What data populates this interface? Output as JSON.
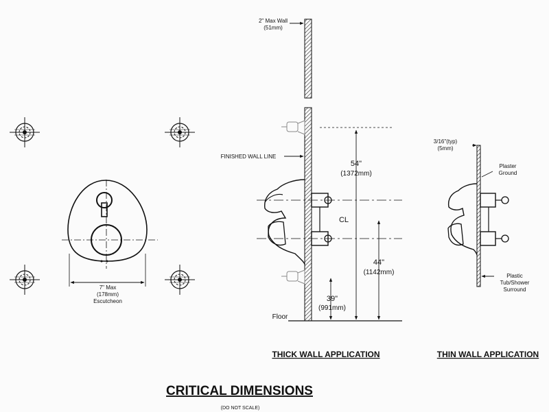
{
  "labels": {
    "max_wall_in": "2\" Max Wall",
    "max_wall_mm": "(51mm)",
    "finished_wall": "FINISHED WALL LINE",
    "dim_54_in": "54\"",
    "dim_54_mm": "(1372mm)",
    "dim_44_in": "44\"",
    "dim_44_mm": "(1142mm)",
    "dim_39_in": "39\"",
    "dim_39_mm": "(991mm)",
    "floor": "Floor",
    "centerline": "CL",
    "esc_in": "7\" Max",
    "esc_mm": "(178mm)",
    "esc_name": "Escutcheon",
    "thin_typ": "3/16\"(typ)",
    "thin_mm": "(5mm)",
    "plaster_1": "Plaster",
    "plaster_2": "Ground",
    "plastic_1": "Plastic",
    "plastic_2": "Tub/Shower",
    "plastic_3": "Surround"
  },
  "titles": {
    "thick": "THICK WALL APPLICATION",
    "thin": "THIN WALL APPLICATION",
    "main": "CRITICAL DIMENSIONS",
    "note": "(DO NOT SCALE)"
  },
  "icons": {
    "registration_mark": "crosshair-target-icon"
  }
}
